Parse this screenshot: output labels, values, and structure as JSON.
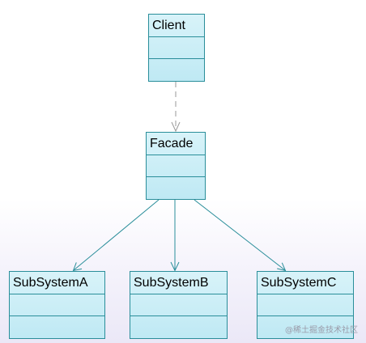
{
  "diagram": {
    "classes": {
      "client": {
        "name": "Client"
      },
      "facade": {
        "name": "Facade"
      },
      "subsystem_a": {
        "name": "SubSystemA"
      },
      "subsystem_b": {
        "name": "SubSystemB"
      },
      "subsystem_c": {
        "name": "SubSystemC"
      }
    },
    "relations": [
      {
        "from": "Client",
        "to": "Facade",
        "kind": "dependency"
      },
      {
        "from": "Facade",
        "to": "SubSystemA",
        "kind": "association"
      },
      {
        "from": "Facade",
        "to": "SubSystemB",
        "kind": "association"
      },
      {
        "from": "Facade",
        "to": "SubSystemC",
        "kind": "association"
      }
    ],
    "colors": {
      "border": "#2a8e9a",
      "fill_top": "#d8f3f9",
      "fill_bottom": "#bfe9f4",
      "dependency_line": "#999999",
      "association_line": "#2a8e9a"
    }
  },
  "watermark": "@稀土掘金技术社区"
}
